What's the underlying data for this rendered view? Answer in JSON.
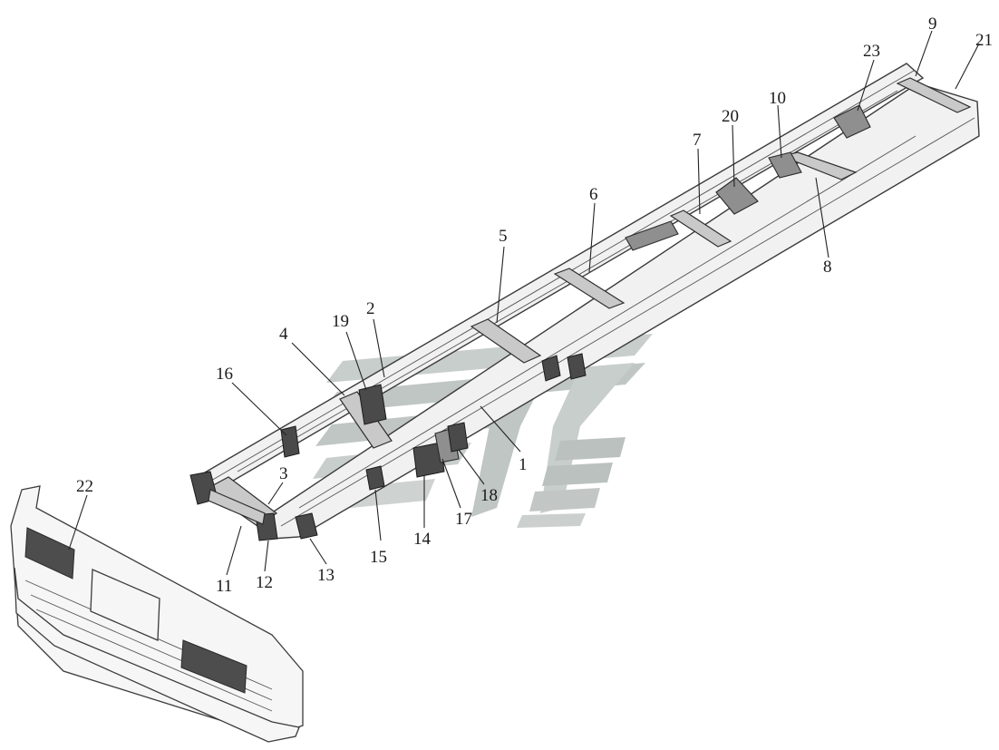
{
  "watermark": {
    "colors": {
      "gray": "#b9c0bd",
      "gray_light": "#d3d8d6"
    }
  },
  "callouts": [
    {
      "id": "1",
      "label": "1"
    },
    {
      "id": "2",
      "label": "2"
    },
    {
      "id": "3",
      "label": "3"
    },
    {
      "id": "4",
      "label": "4"
    },
    {
      "id": "5",
      "label": "5"
    },
    {
      "id": "6",
      "label": "6"
    },
    {
      "id": "7",
      "label": "7"
    },
    {
      "id": "8",
      "label": "8"
    },
    {
      "id": "9",
      "label": "9"
    },
    {
      "id": "10",
      "label": "10"
    },
    {
      "id": "11",
      "label": "11"
    },
    {
      "id": "12",
      "label": "12"
    },
    {
      "id": "13",
      "label": "13"
    },
    {
      "id": "14",
      "label": "14"
    },
    {
      "id": "15",
      "label": "15"
    },
    {
      "id": "16",
      "label": "16"
    },
    {
      "id": "17",
      "label": "17"
    },
    {
      "id": "18",
      "label": "18"
    },
    {
      "id": "19",
      "label": "19"
    },
    {
      "id": "20",
      "label": "20"
    },
    {
      "id": "21",
      "label": "21"
    },
    {
      "id": "22",
      "label": "22"
    },
    {
      "id": "23",
      "label": "23"
    }
  ]
}
